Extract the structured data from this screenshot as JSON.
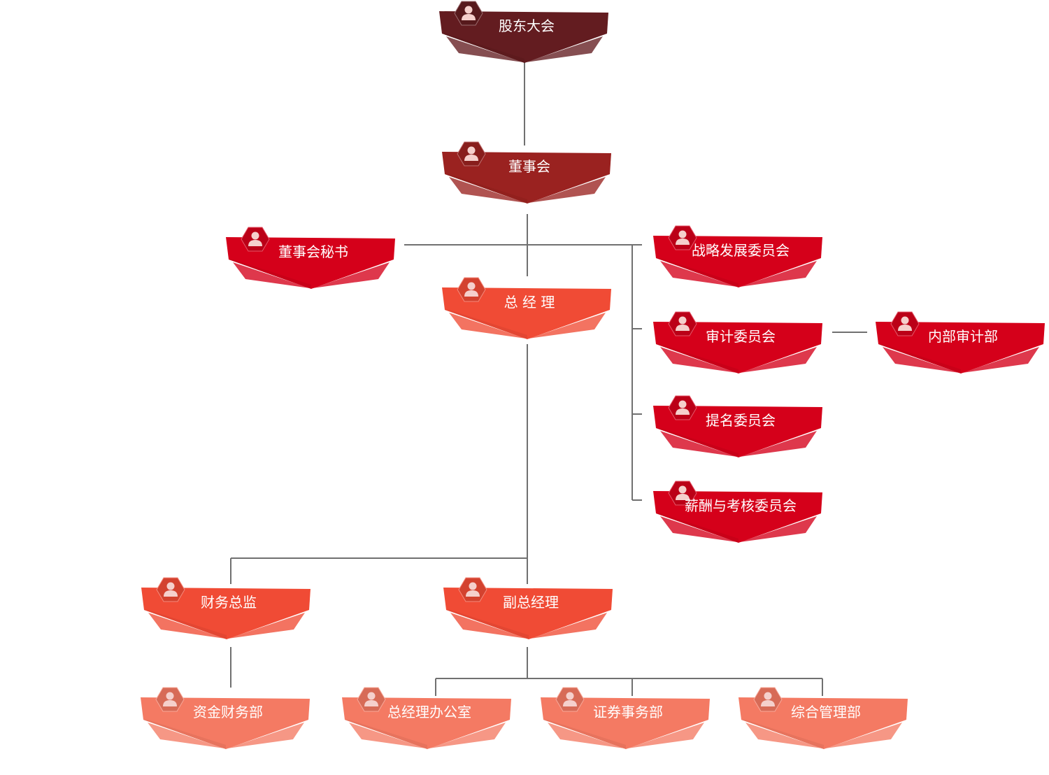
{
  "nodes": [
    {
      "id": "shareholders",
      "label": "股东大会",
      "color": "#631c20"
    },
    {
      "id": "board",
      "label": "董事会",
      "color": "#9a2220"
    },
    {
      "id": "board-secretary",
      "label": "董事会秘书",
      "color": "#d5001a"
    },
    {
      "id": "general-manager",
      "label": "总 经 理",
      "color": "#f04b35"
    },
    {
      "id": "strategy-committee",
      "label": "战略发展委员会",
      "color": "#d5001a"
    },
    {
      "id": "audit-committee",
      "label": "审计委员会",
      "color": "#d5001a"
    },
    {
      "id": "internal-audit",
      "label": "内部审计部",
      "color": "#d5001a"
    },
    {
      "id": "nomination-committee",
      "label": "提名委员会",
      "color": "#d5001a"
    },
    {
      "id": "compensation-committee",
      "label": "薪酬与考核委员会",
      "color": "#d5001a"
    },
    {
      "id": "cfo",
      "label": "财务总监",
      "color": "#f04b35"
    },
    {
      "id": "deputy-gm",
      "label": "副总经理",
      "color": "#f04b35"
    },
    {
      "id": "finance-dept",
      "label": "资金财务部",
      "color": "#f47a63"
    },
    {
      "id": "gm-office",
      "label": "总经理办公室",
      "color": "#f47a63"
    },
    {
      "id": "securities-dept",
      "label": "证券事务部",
      "color": "#f47a63"
    },
    {
      "id": "admin-dept",
      "label": "综合管理部",
      "color": "#f47a63"
    }
  ],
  "edges": [
    [
      "shareholders",
      "board"
    ],
    [
      "board",
      "general-manager"
    ],
    [
      "board",
      "board-secretary"
    ],
    [
      "board",
      "strategy-committee"
    ],
    [
      "board",
      "audit-committee"
    ],
    [
      "board",
      "nomination-committee"
    ],
    [
      "board",
      "compensation-committee"
    ],
    [
      "audit-committee",
      "internal-audit"
    ],
    [
      "general-manager",
      "cfo"
    ],
    [
      "general-manager",
      "deputy-gm"
    ],
    [
      "cfo",
      "finance-dept"
    ],
    [
      "deputy-gm",
      "gm-office"
    ],
    [
      "deputy-gm",
      "securities-dept"
    ],
    [
      "deputy-gm",
      "admin-dept"
    ]
  ],
  "colors": {
    "connector": "#707070",
    "icon_glyph": "#f5d0cc"
  },
  "icons": {
    "node_icon": "person-icon"
  }
}
